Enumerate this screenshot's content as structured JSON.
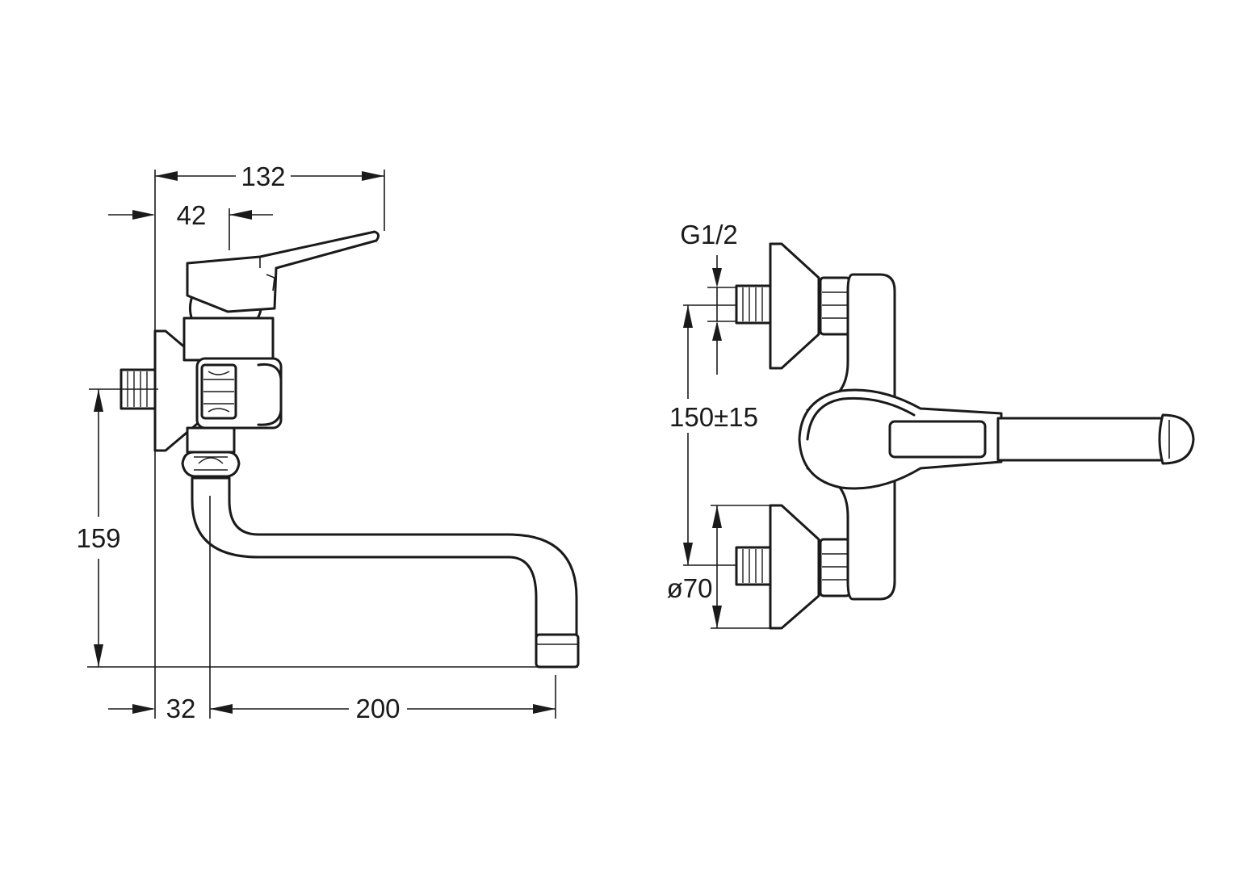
{
  "dimensions": {
    "width_overall": "132",
    "handle_offset": "42",
    "height_to_outlet": "159",
    "wall_to_spout": "32",
    "spout_reach": "200",
    "thread": "G1/2",
    "inlet_spacing": "150±15",
    "flange_diameter": "ø70"
  }
}
